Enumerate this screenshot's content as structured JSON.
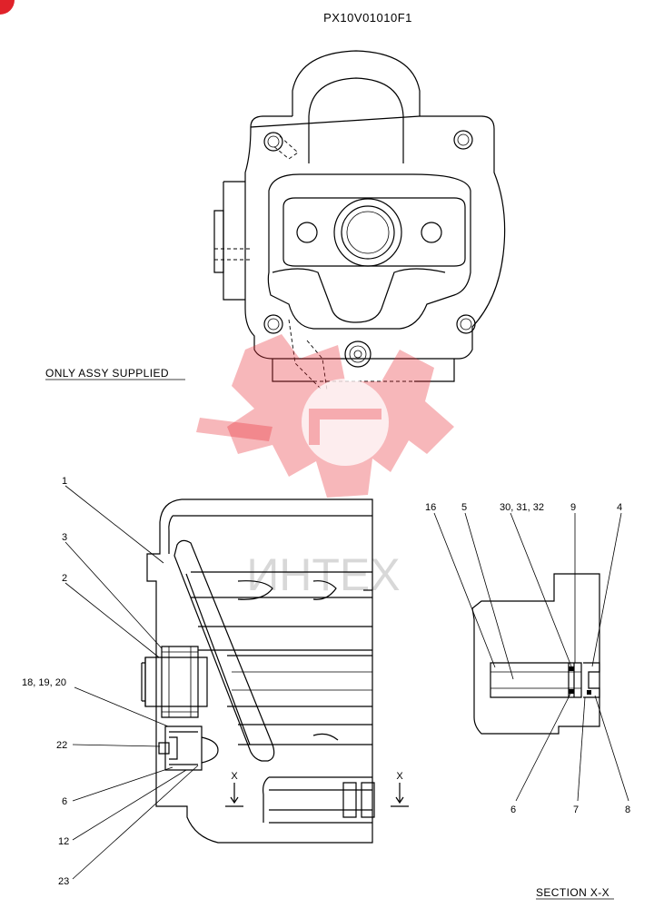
{
  "drawing": {
    "code": "PX10V01010F1",
    "note": "ONLY ASSY SUPPLIED",
    "section_title": "SECTION  X-X",
    "section_mark": "X",
    "watermark_text": "ИНТЕХ"
  },
  "callouts": {
    "c1": "1",
    "c3": "3",
    "c2": "2",
    "c18": "18, 19, 20",
    "c22": "22",
    "c6a": "6",
    "c12": "12",
    "c23": "23",
    "c16": "16",
    "c5": "5",
    "c30": "30, 31, 32",
    "c9": "9",
    "c4": "4",
    "c6b": "6",
    "c7": "7",
    "c8": "8"
  },
  "colors": {
    "line": "#000000",
    "watermark": "#e8303a"
  }
}
